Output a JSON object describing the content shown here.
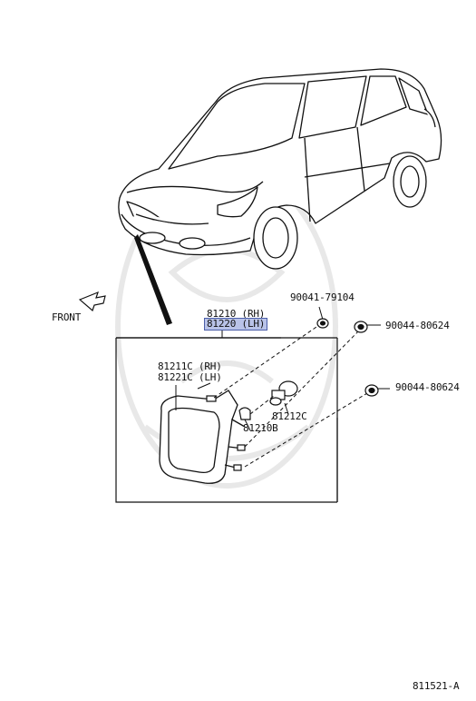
{
  "labels": {
    "front": "FRONT",
    "part_81210_rh": "81210 (RH)",
    "part_81220_lh": "81220 (LH)",
    "part_81211c_rh": "81211C (RH)",
    "part_81221c_lh": "81221C (LH)",
    "part_90041": "90041-79104",
    "part_90044_top": "90044-80624",
    "part_90044_mid": "90044-80624",
    "part_81212c": "81212C",
    "part_81210b": "81210B",
    "diagram_id": "811521-A"
  },
  "colors": {
    "line": "#111111",
    "highlight_fill": "#b9c3e8",
    "highlight_border": "#4b5ea8",
    "watermark": "#e6e6e6"
  },
  "icons": {
    "front_arrow": "front-arrow-icon",
    "watermark": "watermark-emblem"
  }
}
